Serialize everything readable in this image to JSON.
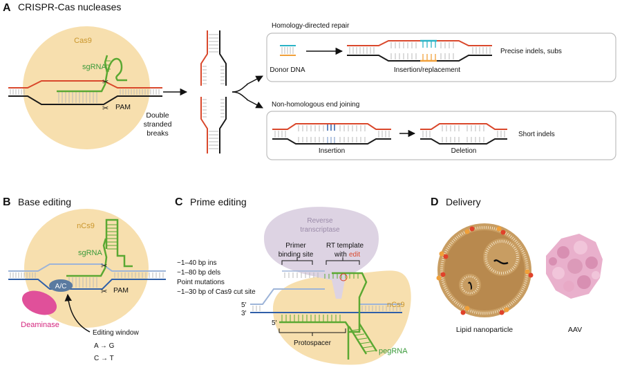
{
  "colors": {
    "red_strand": "#d9472b",
    "black_strand": "#1a1a1a",
    "blue_strand": "#2f5fa8",
    "light_blue_strand": "#9db4d8",
    "sgRNA_green": "#5aa832",
    "cas9_fill": "#f7dfae",
    "donor_teal": "#29b3c6",
    "donor_orange": "#f0a03a",
    "deaminase_pink": "#e0509a",
    "rt_purple": "#ddd3e3",
    "lnp_fill": "#c89d62",
    "aav_pink": "#e9b0cc"
  },
  "panelA": {
    "letter": "A",
    "title": "CRISPR-Cas nucleases",
    "cas9": "Cas9",
    "sgrna": "sgRNA",
    "pam": "PAM",
    "dsb_line1": "Double",
    "dsb_line2": "stranded",
    "dsb_line3": "breaks",
    "hdr_title": "Homology-directed repair",
    "donor_dna": "Donor DNA",
    "insertion_replacement": "Insertion/replacement",
    "precise": "Precise indels, subs",
    "nhej_title": "Non-homologous end joining",
    "insertion": "Insertion",
    "deletion": "Deletion",
    "short_indels": "Short indels"
  },
  "panelB": {
    "letter": "B",
    "title": "Base editing",
    "ncas9": "nCs9",
    "sgrna": "sgRNA",
    "pam": "PAM",
    "ac": "A/C",
    "deaminase": "Deaminase",
    "editing_window": "Editing window",
    "a_to_g": "A → G",
    "c_to_t": "C → T"
  },
  "panelC": {
    "letter": "C",
    "title": "Prime editing",
    "rt_line1": "Reverse",
    "rt_line2": "transcriptase",
    "pbs_line1": "Primer",
    "pbs_line2": "binding site",
    "rt_template_line1": "RT template",
    "rt_template_with": "with",
    "rt_template_edit": "edit",
    "capabilities": [
      "~1–40 bp ins",
      "~1–80 bp dels",
      "Point mutations",
      "~1–30 bp of Cas9 cut site"
    ],
    "ncas9": "nCs9",
    "five_prime_top": "5′",
    "three_prime": "3′",
    "five_prime_spacer": "5′",
    "protospacer": "Protospacer",
    "pegrna": "pegRNA"
  },
  "panelD": {
    "letter": "D",
    "title": "Delivery",
    "lnp": "Lipid nanoparticle",
    "aav": "AAV"
  }
}
